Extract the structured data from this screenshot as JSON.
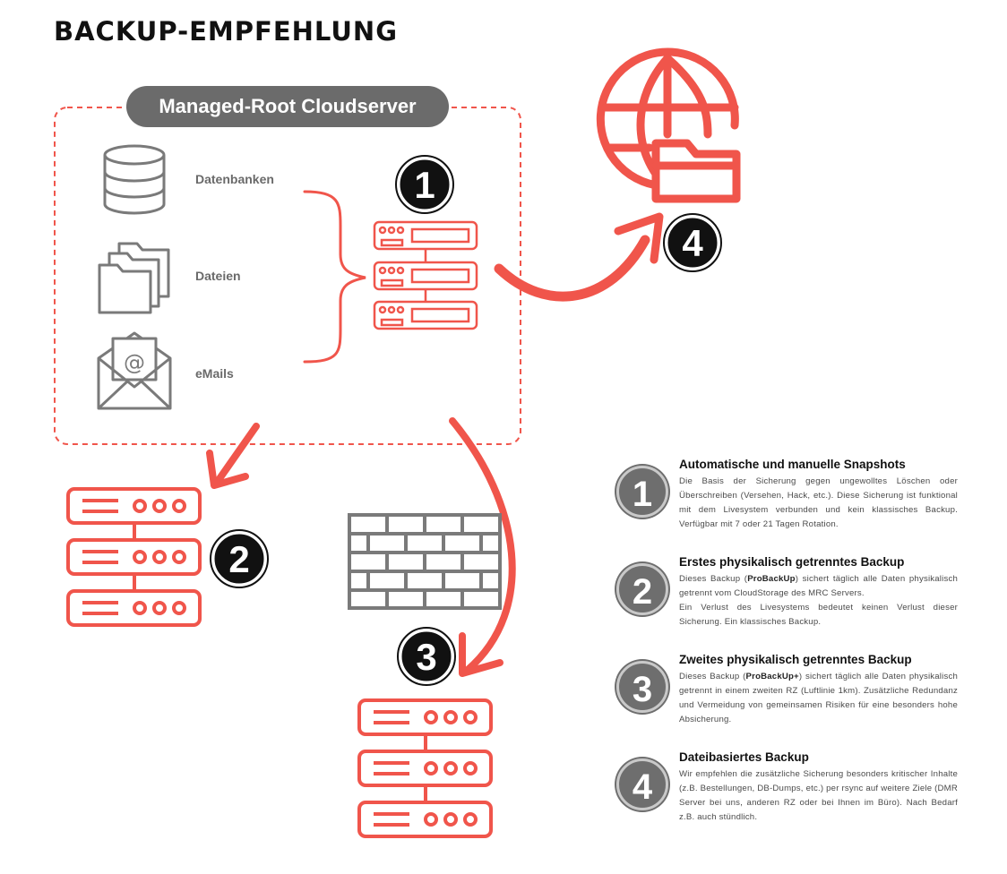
{
  "title": "BACKUP-EMPFEHLUNG",
  "container_label": "Managed-Root Cloudserver",
  "sources": [
    {
      "label": "Datenbanken",
      "icon": "database-icon"
    },
    {
      "label": "Dateien",
      "icon": "folders-icon"
    },
    {
      "label": "eMails",
      "icon": "email-envelope-icon"
    }
  ],
  "markers": {
    "m1": "1",
    "m2": "2",
    "m3": "3",
    "m4": "4"
  },
  "colors": {
    "accent": "#f0554b",
    "gray": "#7a7a7a",
    "dark": "#111111"
  },
  "legend": [
    {
      "num": "1",
      "heading": "Automatische und manuelle Snapshots",
      "body": [
        {
          "t": "Die Basis der Sicherung gegen ungewolltes Löschen oder Überschreiben (Versehen, Hack, etc.). Diese Sicherung ist funktional mit dem Livesystem verbunden und kein klassisches Backup. Verfügbar mit 7 oder 21 Tagen Rotation."
        }
      ]
    },
    {
      "num": "2",
      "heading": "Erstes physikalisch getrenntes Backup",
      "body": [
        {
          "t": "Dieses Backup ("
        },
        {
          "t": "ProBackUp",
          "b": true
        },
        {
          "t": ") sichert täglich alle Daten physikalisch getrennt vom CloudStorage des MRC Servers."
        },
        {
          "br": true
        },
        {
          "t": "Ein Verlust des Livesystems bedeutet keinen Verlust dieser Sicherung. Ein klassisches Backup."
        }
      ]
    },
    {
      "num": "3",
      "heading": "Zweites physikalisch getrenntes Backup",
      "body": [
        {
          "t": "Dieses Backup ("
        },
        {
          "t": "ProBackUp+",
          "b": true
        },
        {
          "t": ") sichert täglich alle Daten physikalisch getrennt in einem zweiten RZ (Luftlinie 1km). Zusätzliche Redundanz und Vermeidung von gemeinsamen Risiken für eine besonders hohe Absicherung."
        }
      ]
    },
    {
      "num": "4",
      "heading": "Dateibasiertes Backup",
      "body": [
        {
          "t": "Wir empfehlen die zusätzliche Sicherung besonders kritischer Inhalte (z.B. Bestellungen, DB-Dumps, etc.) per rsync auf weitere Ziele (DMR Server bei uns, anderen RZ oder bei Ihnen im Büro). Nach Bedarf z.B. auch stündlich."
        }
      ]
    }
  ]
}
